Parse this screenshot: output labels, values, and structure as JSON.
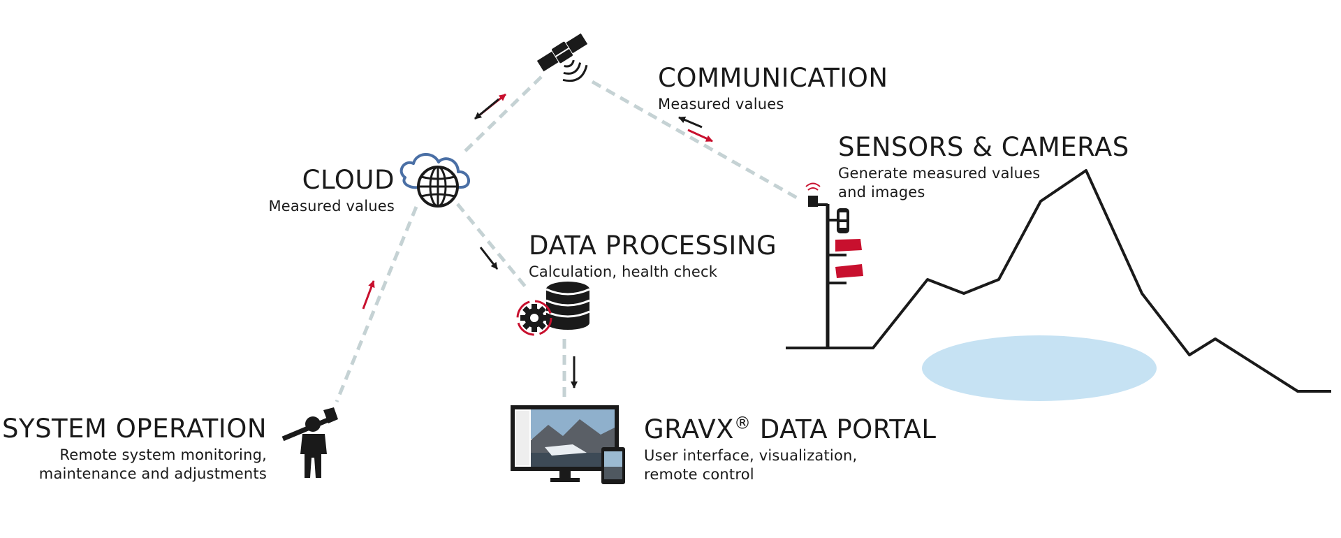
{
  "labels": {
    "communication": {
      "title": "COMMUNICATION",
      "sub": "Measured values"
    },
    "sensors": {
      "title": "SENSORS & CAMERAS",
      "sub1": "Generate measured values",
      "sub2": "and images"
    },
    "cloud": {
      "title": "CLOUD",
      "sub": "Measured values"
    },
    "data_processing": {
      "title": "DATA PROCESSING",
      "sub": "Calculation, health check"
    },
    "system_operation": {
      "title": "SYSTEM OPERATION",
      "sub1": "Remote system monitoring,",
      "sub2": "maintenance and adjustments"
    },
    "portal": {
      "title": "GRAVX",
      "reg": "®",
      "title_rest": " DATA PORTAL",
      "sub1": "User interface, visualization,",
      "sub2": "remote control"
    }
  },
  "colors": {
    "link_line": "#c5d2d4",
    "arrow_red": "#c8102e",
    "arrow_dark": "#1a1a1a",
    "cloud_outline": "#4a6fa5",
    "lake": "#c6e2f3",
    "camera": "#c8102e"
  },
  "icons": [
    "satellite-icon",
    "cloud-globe-icon",
    "database-gear-icon",
    "worker-hammer-icon",
    "monitor-tablet-icon",
    "sensor-mast-icon",
    "mountain-lake-icon"
  ]
}
